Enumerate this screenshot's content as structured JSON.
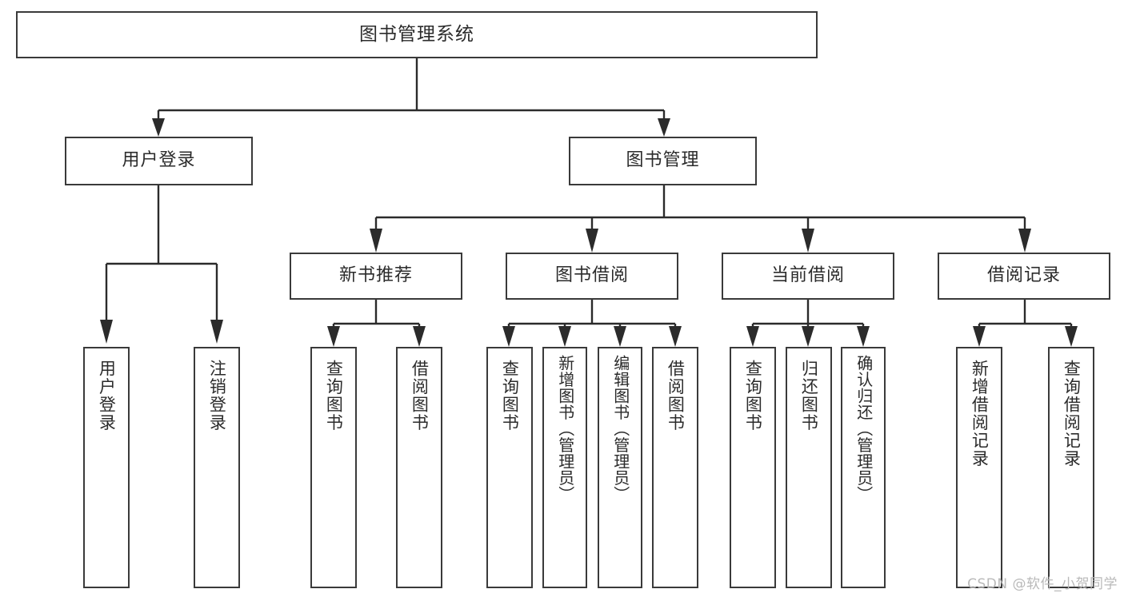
{
  "diagram": {
    "title": "图书管理系统",
    "type": "tree",
    "watermark": "CSDN @软件_小贺同学",
    "colors": {
      "box_border": "#3a3a3a",
      "connector": "#2b2b2b",
      "background": "#ffffff",
      "text": "#2b2b2b",
      "watermark": "#b9b9b9"
    },
    "root": {
      "label": "图书管理系统"
    },
    "level2": [
      {
        "label": "用户登录"
      },
      {
        "label": "图书管理"
      }
    ],
    "level3": [
      {
        "label": "新书推荐"
      },
      {
        "label": "图书借阅"
      },
      {
        "label": "当前借阅"
      },
      {
        "label": "借阅记录"
      }
    ],
    "leaves": {
      "user_login": [
        {
          "label": "用户登录"
        },
        {
          "label": "注销登录"
        }
      ],
      "new_book_recommend": [
        {
          "label": "查询图书"
        },
        {
          "label": "借阅图书"
        }
      ],
      "book_borrow": [
        {
          "label": "查询图书"
        },
        {
          "label": "新增图书（管理员）"
        },
        {
          "label": "编辑图书（管理员）"
        },
        {
          "label": "借阅图书"
        }
      ],
      "current_borrow": [
        {
          "label": "查询图书"
        },
        {
          "label": "归还图书"
        },
        {
          "label": "确认归还（管理员）"
        }
      ],
      "borrow_records": [
        {
          "label": "新增借阅记录"
        },
        {
          "label": "查询借阅记录"
        }
      ]
    }
  }
}
